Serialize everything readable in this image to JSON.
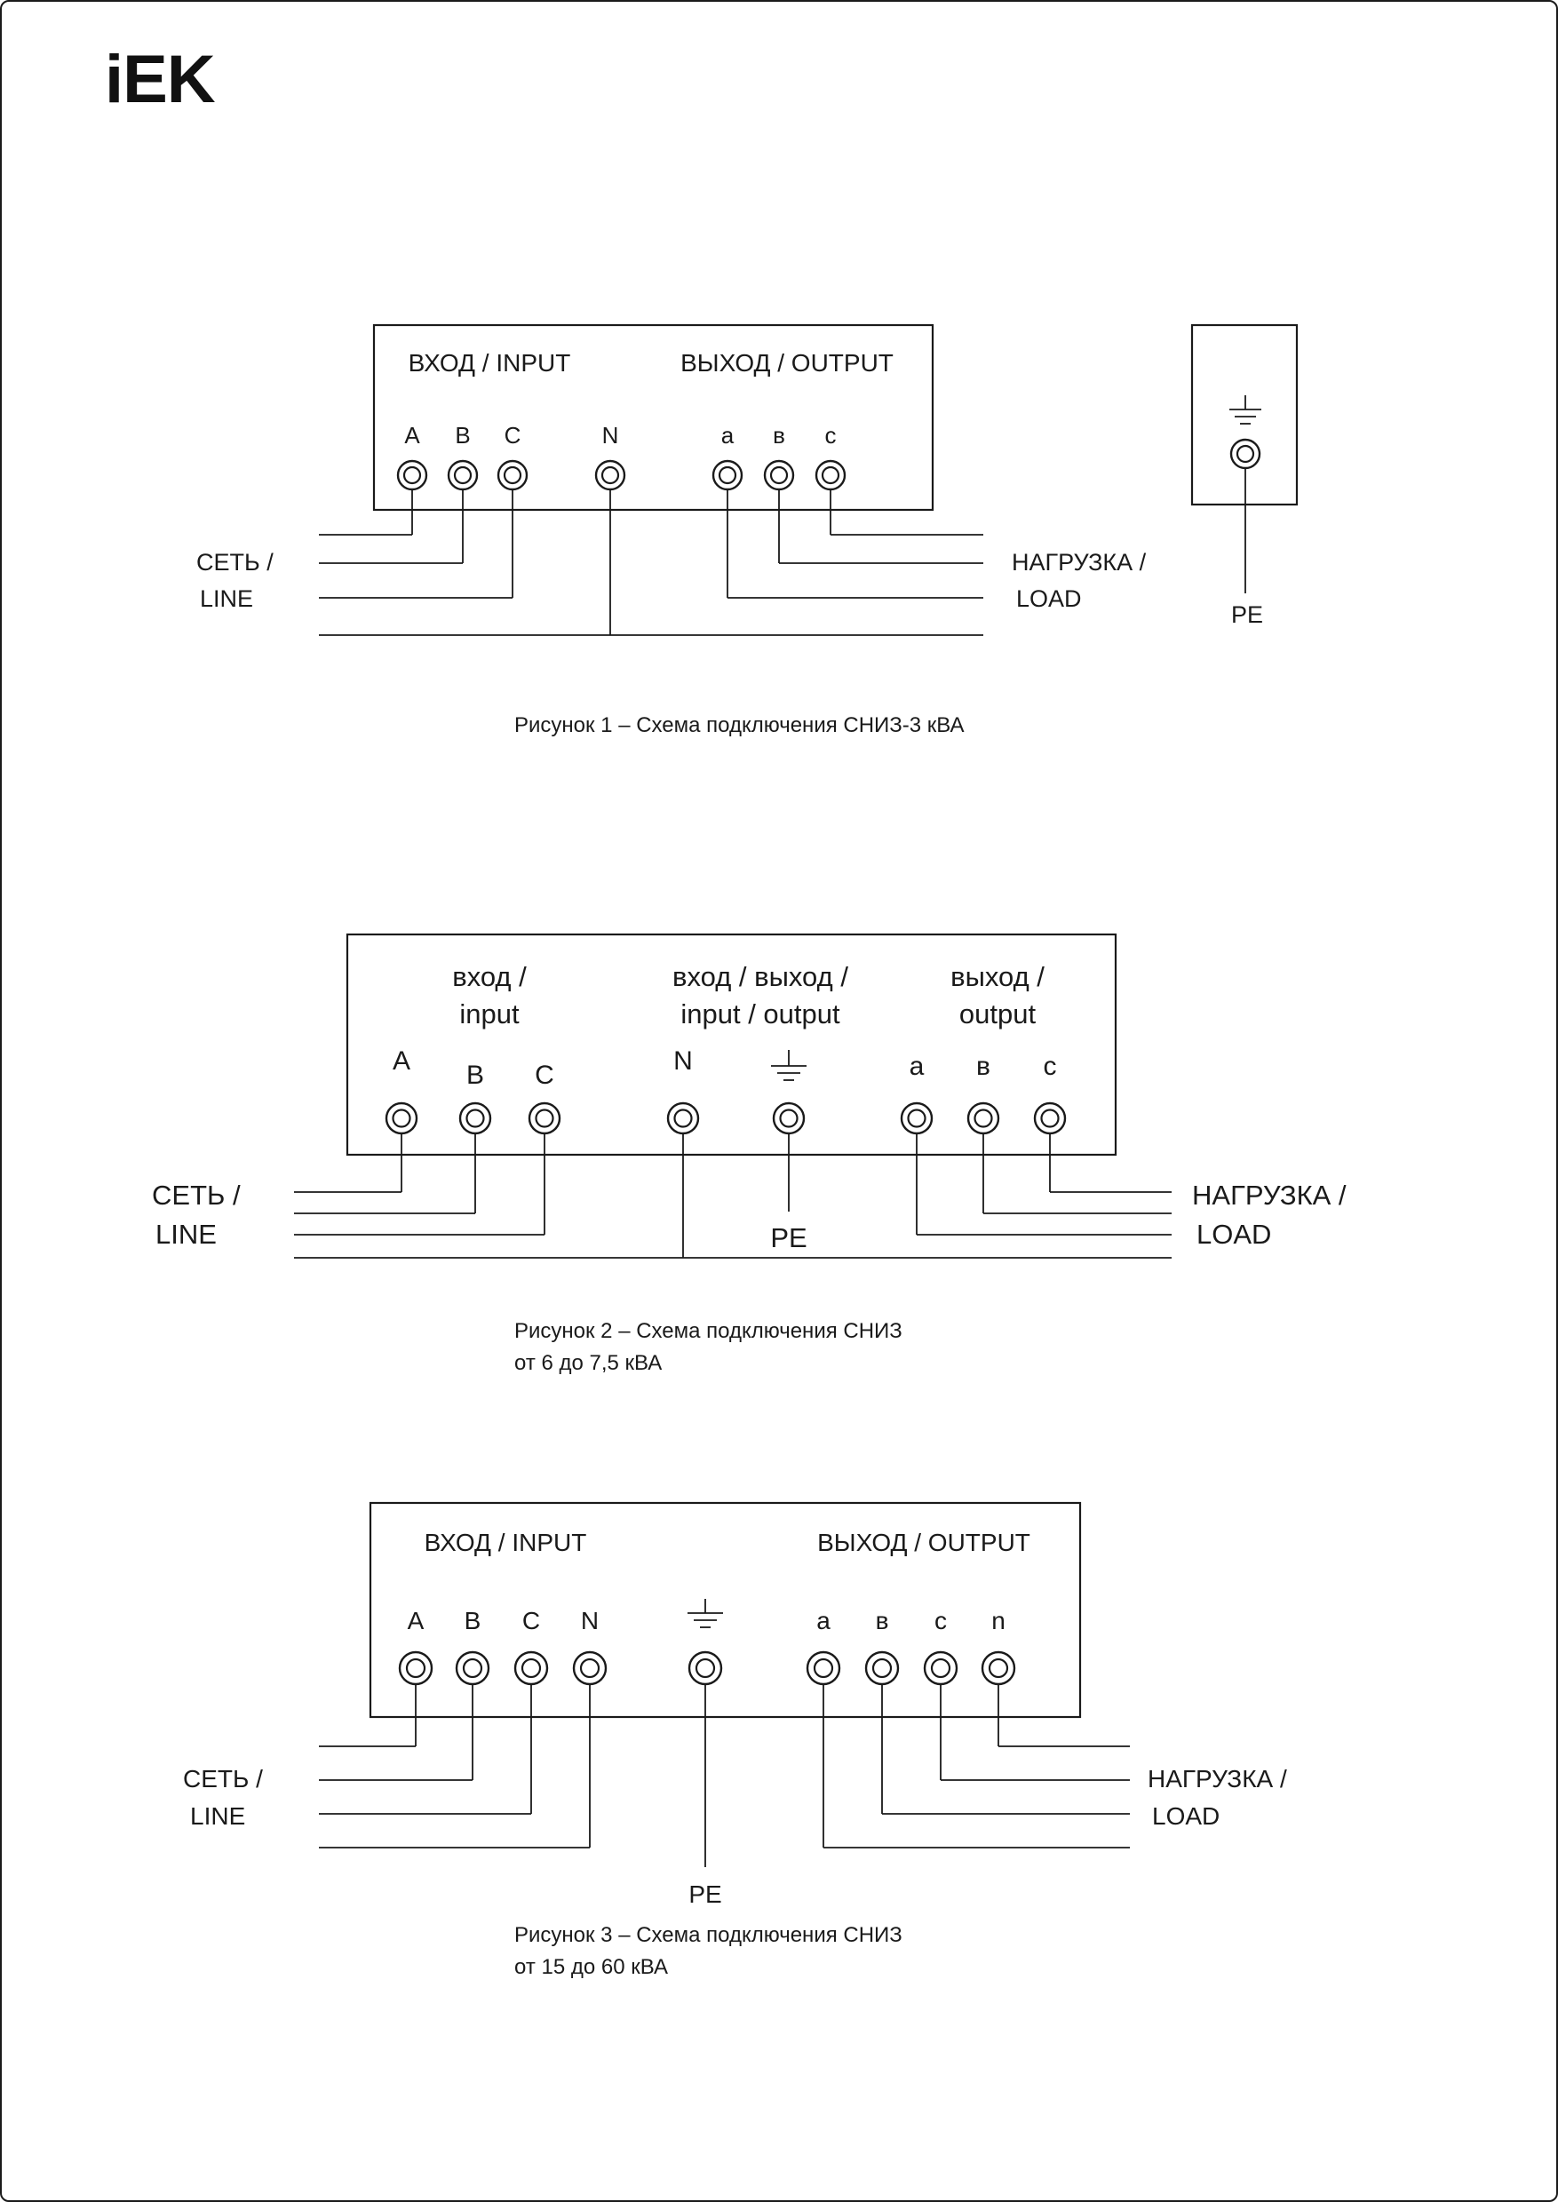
{
  "page": {
    "background_color": "#ffffff",
    "ink_color": "#1a1a1a",
    "logo_text": "iEK"
  },
  "figure1": {
    "header_input": "ВХОД / INPUT",
    "header_output": "ВЫХОД / OUTPUT",
    "terminals": {
      "a_in": "A",
      "b_in": "B",
      "c_in": "C",
      "n": "N",
      "a_out": "а",
      "b_out": "в",
      "c_out": "с"
    },
    "labels": {
      "line1": "СЕТЬ /",
      "line2": "LINE",
      "load1": "НАГРУЗКА /",
      "load2": "LOAD",
      "pe": "PE"
    },
    "caption": "Рисунок 1 – Схема подключения СНИЗ-3 кВА"
  },
  "figure2": {
    "col_input_line1": "вход /",
    "col_input_line2": "input",
    "col_io_line1": "вход / выход /",
    "col_io_line2": "input / output",
    "col_output_line1": "выход /",
    "col_output_line2": "output",
    "terminals": {
      "a_in": "A",
      "b_in": "B",
      "c_in": "C",
      "n": "N",
      "a_out": "а",
      "b_out": "в",
      "c_out": "с"
    },
    "labels": {
      "line1": "СЕТЬ /",
      "line2": "LINE",
      "load1": "НАГРУЗКА /",
      "load2": "LOAD",
      "pe": "PE"
    },
    "caption_line1": "Рисунок 2 – Схема подключения СНИЗ",
    "caption_line2": "от 6 до 7,5 кВА"
  },
  "figure3": {
    "header_input": "ВХОД / INPUT",
    "header_output": "ВЫХОД / OUTPUT",
    "terminals": {
      "a_in": "A",
      "b_in": "B",
      "c_in": "C",
      "n_in": "N",
      "a_out": "а",
      "b_out": "в",
      "c_out": "с",
      "n_out": "n"
    },
    "labels": {
      "line1": "СЕТЬ /",
      "line2": "LINE",
      "load1": "НАГРУЗКА /",
      "load2": "LOAD",
      "pe": "PE"
    },
    "caption_line1": "Рисунок 3 – Схема подключения СНИЗ",
    "caption_line2": "от 15 до 60 кВА"
  }
}
